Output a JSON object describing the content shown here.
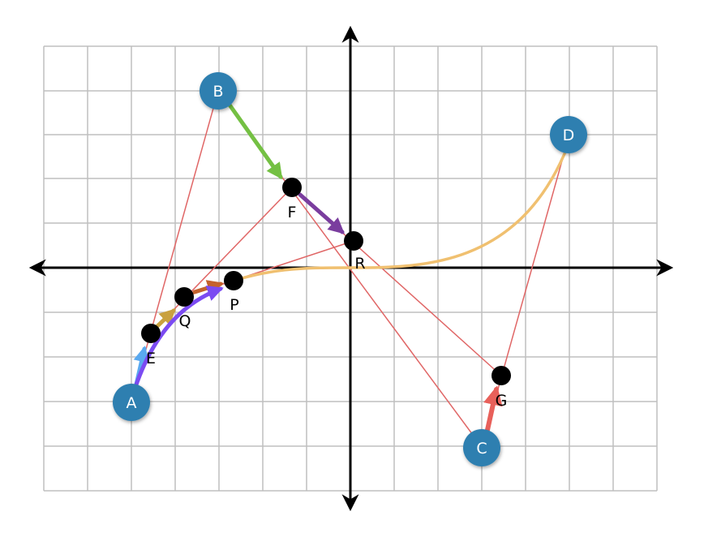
{
  "diagram": {
    "colors": {
      "grid": "#bfbfbf",
      "axis": "#000000",
      "construction": "#e06666",
      "bezier": "#f0c070",
      "control_fill": "#2f7fb0",
      "control_text": "#ffffff",
      "point_fill": "#000000"
    },
    "control_points": {
      "A": "A",
      "B": "B",
      "C": "C",
      "D": "D"
    },
    "interpolated_points": {
      "E": "E",
      "F": "F",
      "G": "G",
      "Q": "Q",
      "R": "R",
      "P": "P"
    },
    "arrows": [
      {
        "name": "a-to-e-arrow",
        "color": "#5aa9f0"
      },
      {
        "name": "b-to-f-arrow",
        "color": "#74c043"
      },
      {
        "name": "c-to-g-arrow",
        "color": "#e8605a"
      },
      {
        "name": "e-to-q-arrow",
        "color": "#c9a13f"
      },
      {
        "name": "f-to-r-arrow",
        "color": "#7a3d9e"
      },
      {
        "name": "q-to-p-arrow",
        "color": "#c4622d"
      },
      {
        "name": "a-to-p-curve-arrow",
        "color": "#7b4bf2"
      }
    ]
  }
}
